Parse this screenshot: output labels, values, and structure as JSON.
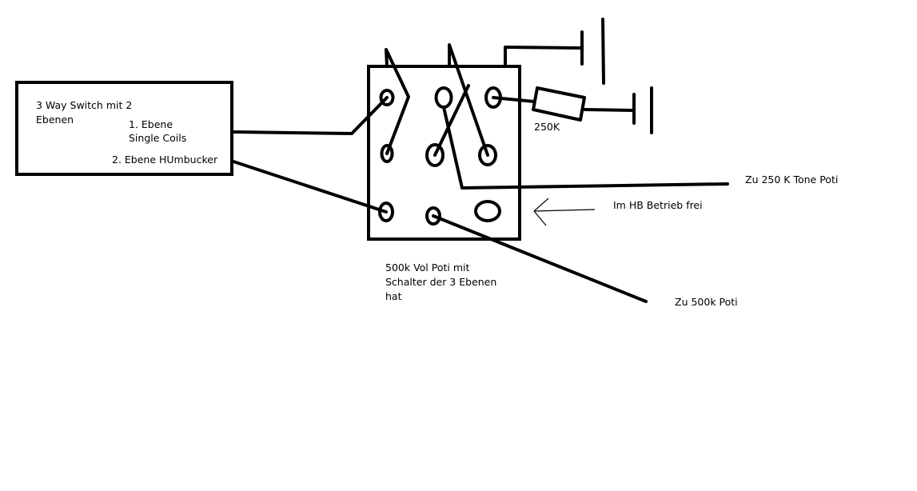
{
  "switch_box": {
    "title_line1": "3 Way Switch mit 2",
    "title_line2": "Ebenen",
    "level1_line1": "1. Ebene",
    "level1_line2": "Single Coils",
    "level2": "2. Ebene HUmbucker"
  },
  "resistor_label": "250K",
  "tone_label": "Zu 250 K Tone Poti",
  "hb_label": "Im HB Betrieb frei",
  "pot_caption": {
    "line1": "500k Vol Poti mit",
    "line2": "Schalter der 3 Ebenen",
    "line3": "hat"
  },
  "vol_label": "Zu 500k Poti",
  "colors": {
    "ink": "#000000",
    "background": "#ffffff"
  }
}
